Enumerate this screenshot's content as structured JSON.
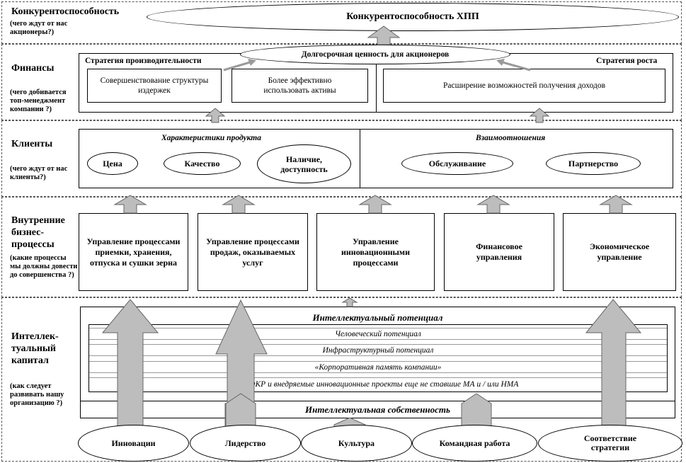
{
  "rows": {
    "competitiveness": {
      "title": "Конкурентоспособность",
      "note": "(чего ждут от нас акционеры?)"
    },
    "finance": {
      "title": "Финансы",
      "note": "(чего добивается топ-менеджмент компании ?)"
    },
    "clients": {
      "title": "Клиенты",
      "note": "(чего ждут от нас клиенты?)"
    },
    "processes": {
      "title": "Внутренние бизнес-процессы",
      "note": "(какие процессы мы должны довести до совершенства ?)"
    },
    "capital": {
      "title": "Интеллек-туальный капитал",
      "note": "(как следует развивать нашу организацию ?)"
    }
  },
  "top_goal": "Конкурентоспособность ХПП",
  "finance": {
    "center": "Долгосрочная ценность для акционеров",
    "productivity_label": "Стратегия производительности",
    "growth_label": "Стратегия роста",
    "box1": "Совершенствование структуры издержек",
    "box2": "Более эффективно использовать активы",
    "box3": "Расширение возможностей получения доходов"
  },
  "clients": {
    "product_label": "Характеристики продукта",
    "relations_label": "Взаимоотношения",
    "price": "Цена",
    "quality": "Качество",
    "availability": "Наличие, доступность",
    "service": "Обслуживание",
    "partnership": "Партнерство"
  },
  "processes": [
    "Управление процессами приемки, хранения, отпуска и сушки зерна",
    "Управление процессами продаж, оказываемых услуг",
    "Управление инновационными процессами",
    "Финансовое управления",
    "Экономическое управление"
  ],
  "capital": {
    "potential": "Интеллектуальный потенциал",
    "human": "Человеческий потенциал",
    "infra": "Инфраструктурный потенциал",
    "memory": "«Корпоративная память компании»",
    "rnd": "НИОКР и внедряемые инновационные проекты еще не ставшие МА и / или НМА",
    "property": "Интеллектуальная собственность"
  },
  "foundations": [
    "Инновации",
    "Лидерство",
    "Культура",
    "Командная работа",
    "Соответствие стратегии"
  ],
  "colors": {
    "arrow_fill": "#bdbdbd",
    "arrow_stroke": "#666666",
    "band_border": "#555555"
  }
}
